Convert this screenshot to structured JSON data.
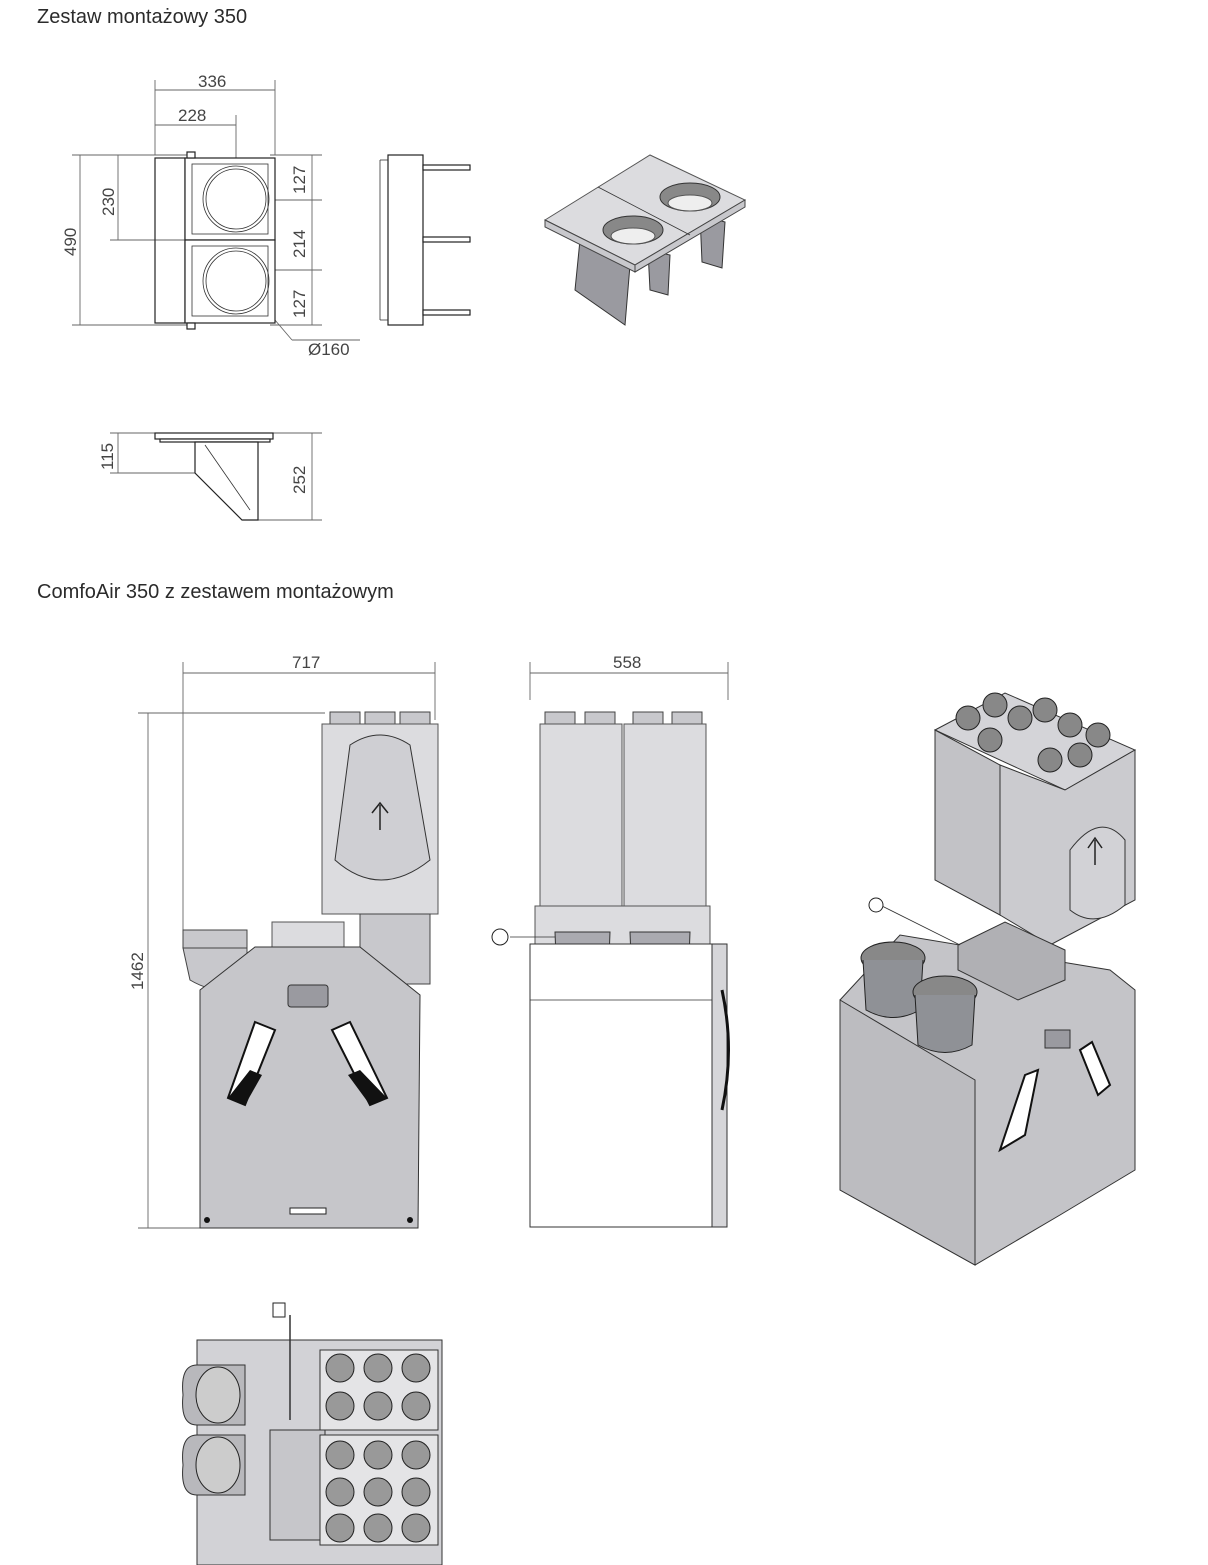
{
  "headings": {
    "kit": "Zestaw montażowy 350",
    "unit": "ComfoAir 350 z zestawem montażowym"
  },
  "kit_dimensions": {
    "width_total": "336",
    "width_partial": "228",
    "height_total": "490",
    "height_upper": "230",
    "gap_top": "127",
    "gap_mid": "214",
    "gap_bottom": "127",
    "diameter": "Ø160",
    "side_small": "115",
    "side_large": "252"
  },
  "unit_dimensions": {
    "front_width": "717",
    "side_width": "558",
    "height": "1462"
  }
}
